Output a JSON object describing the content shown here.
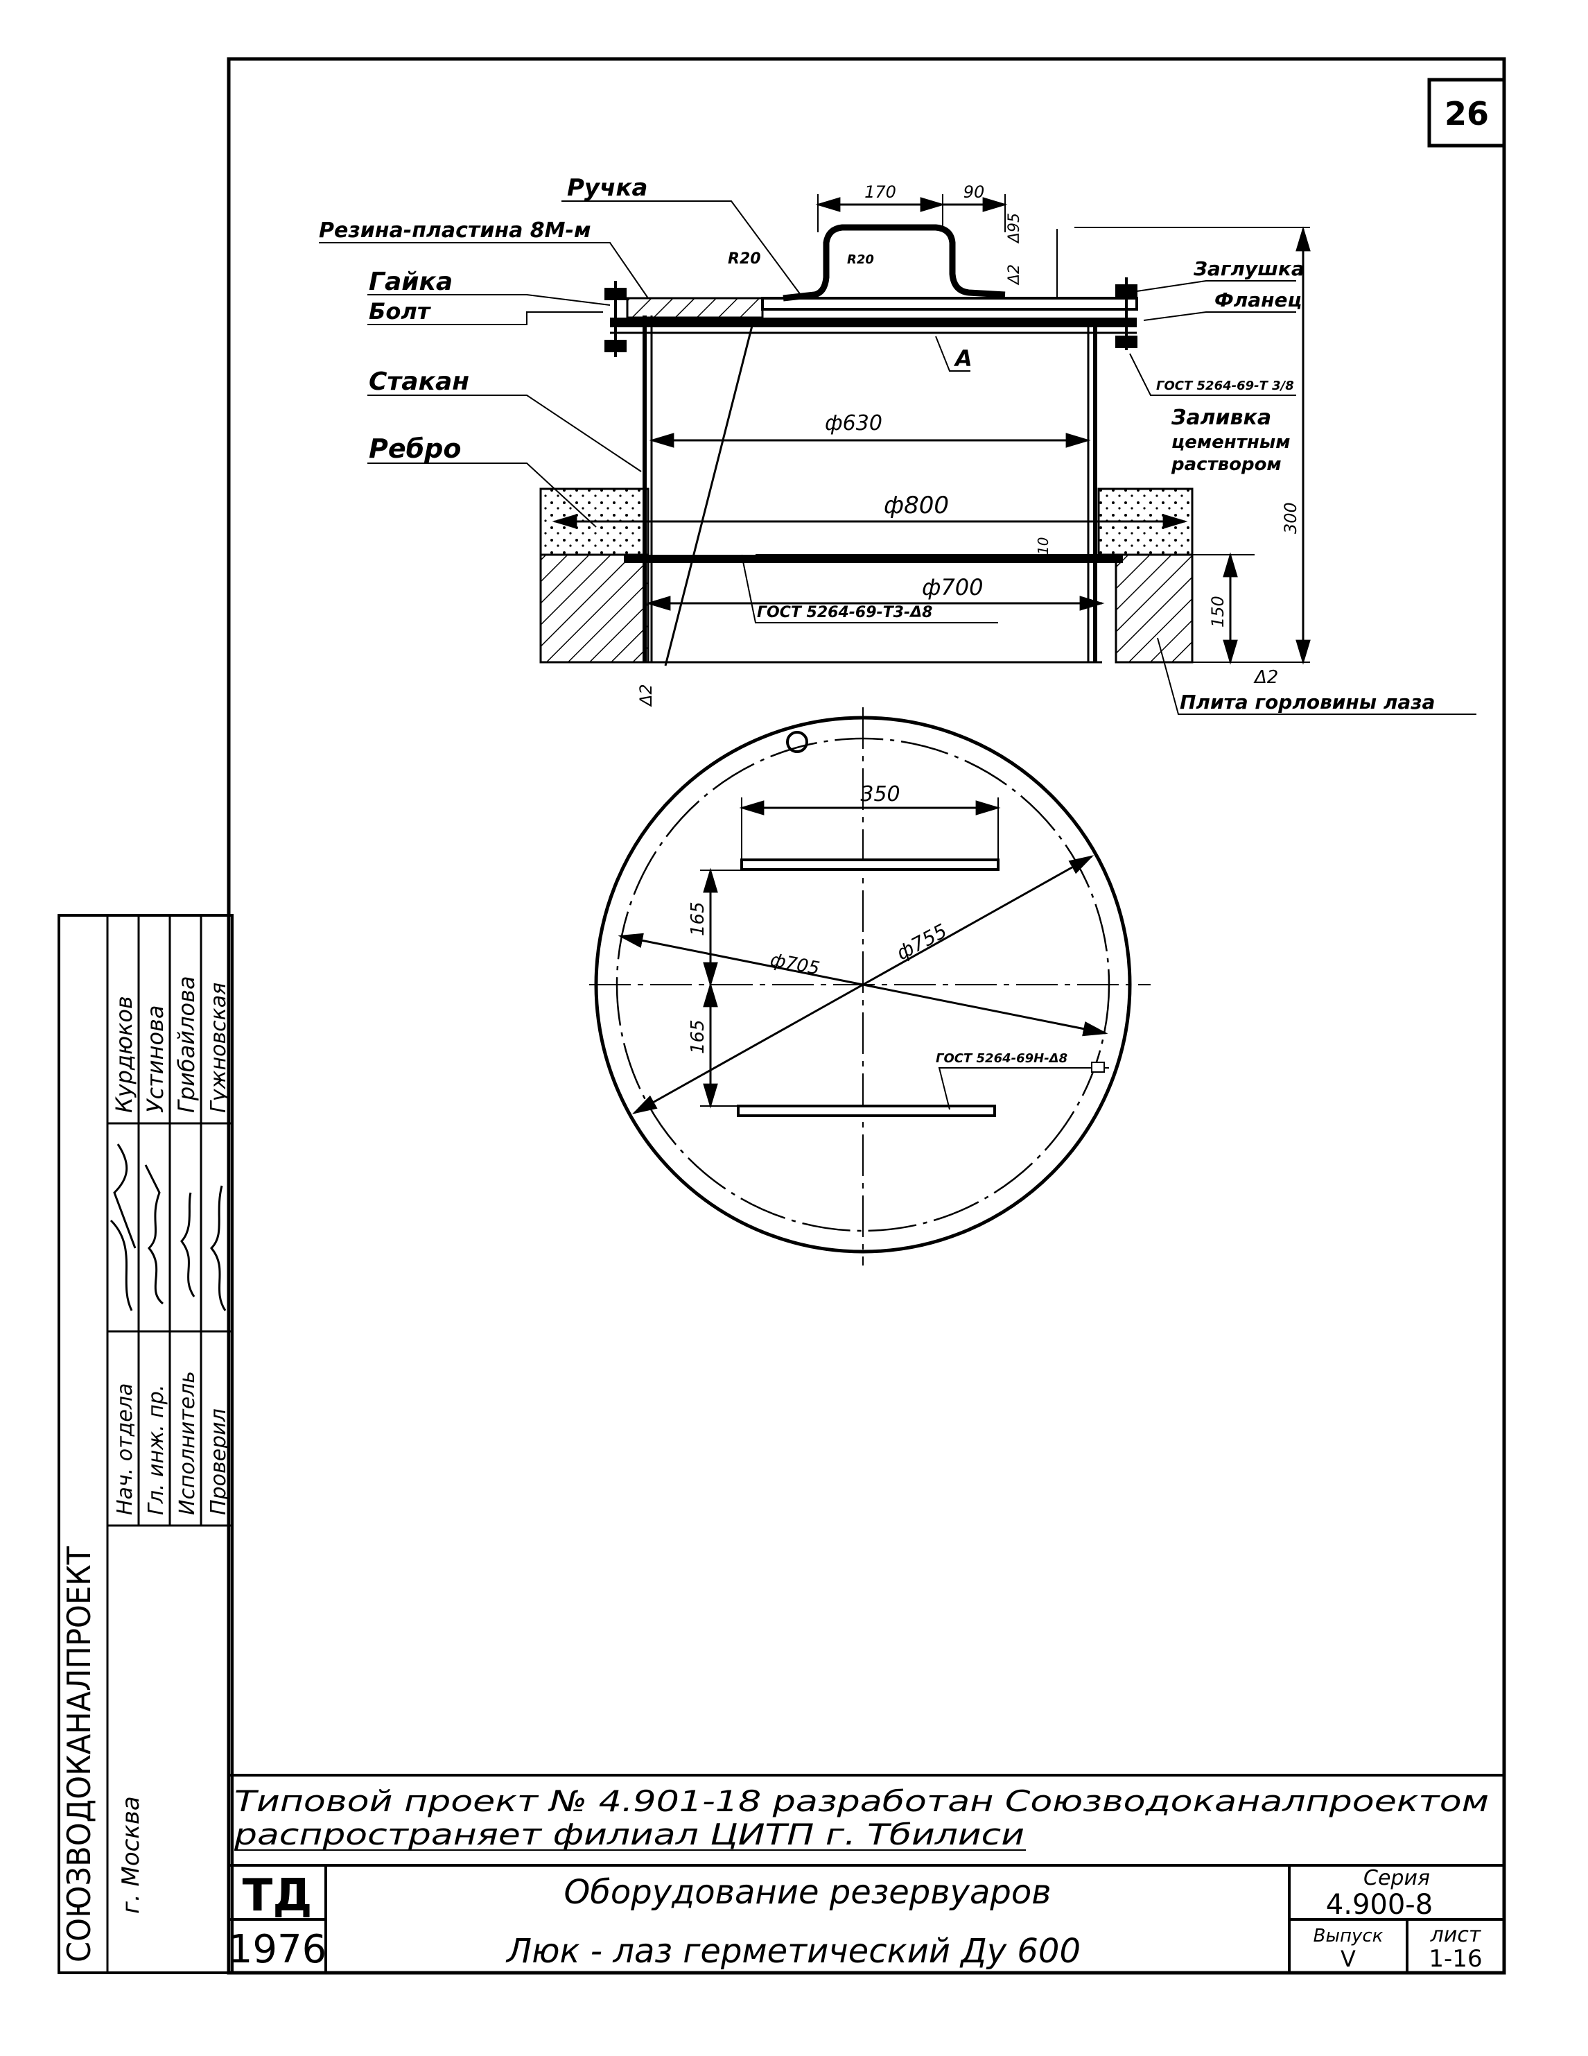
{
  "sheet_number": "26",
  "section_labels": {
    "handle": "Ручка",
    "rubber": "Резина-пластина 8М-м",
    "nut": "Гайка",
    "bolt": "Болт",
    "sleeve": "Стакан",
    "rib": "Ребро",
    "plug": "Заглушка",
    "flange": "Фланец",
    "gost_top": "ГОСТ 5264-69-Т 3/8",
    "fill1": "Заливка",
    "fill2": "цементным",
    "fill3": "раствором",
    "gost_bottom": "ГОСТ 5264-69-Т3-Δ8",
    "slab": "Плита горловины лаза",
    "marker_a": "А"
  },
  "section_dims": {
    "d170": "170",
    "d90": "90",
    "r20a": "R20",
    "r20b": "R20",
    "d95": "Δ95",
    "d630": "ф630",
    "d800": "ф800",
    "d700": "ф700",
    "d10": "10",
    "d150": "150",
    "d300": "300",
    "level_top": "Δ2",
    "level_right": "Δ2",
    "level_left": "Δ2"
  },
  "plan_dims": {
    "d350": "350",
    "d165a": "165",
    "d165b": "165",
    "d705": "ф705",
    "d755": "ф755",
    "gost_plan": "ГОСТ 5264-69Н-Δ8"
  },
  "approval": {
    "org": "СОЮЗВОДОКАНАЛПРОЕКТ",
    "city": "г. Москва",
    "roles": [
      "Нач. отдела",
      "Гл. инж. пр.",
      "Исполнитель",
      "Проверил"
    ],
    "names": [
      "Курдюков",
      "Устинова",
      "Грибайлова",
      "Гужновская"
    ]
  },
  "note": {
    "line1": "Типовой проект  № 4.901-18  разработан  Союзводоканалпроектом",
    "line2": "распространяет  филиал   ЦИТП   г. Тбилиси"
  },
  "title_block": {
    "td": "ТД",
    "year": "1976",
    "title1": "Оборудование   резервуаров",
    "title2": "Люк - лаз   герметический   Ду 600",
    "series_label": "Серия",
    "series_value": "4.900-8",
    "issue_label": "Выпуск",
    "issue_value": "V",
    "sheet_label": "лист",
    "sheet_value": "1-16"
  },
  "colors": {
    "ink": "#000000",
    "paper": "#ffffff"
  }
}
